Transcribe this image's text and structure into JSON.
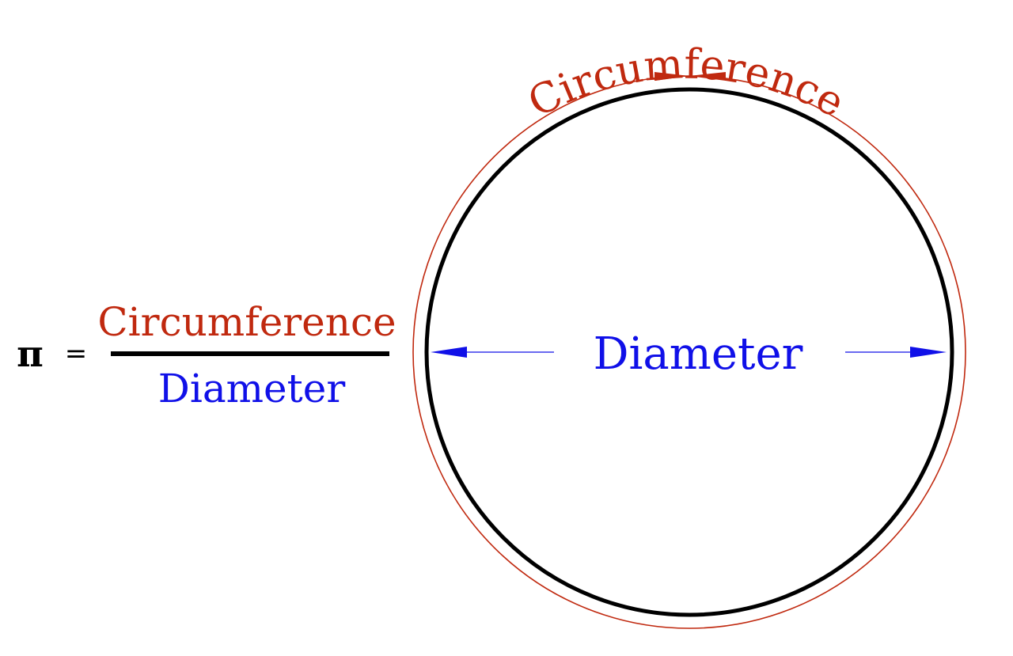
{
  "formula": {
    "pi_symbol": "π",
    "equals": "=",
    "numerator": "Circumference",
    "denominator": "Diameter"
  },
  "circle": {
    "circumference_label": "Circumference",
    "diameter_label": "Diameter"
  },
  "colors": {
    "circumference": "#c0290f",
    "diameter": "#1010e8",
    "outline": "#000000"
  }
}
